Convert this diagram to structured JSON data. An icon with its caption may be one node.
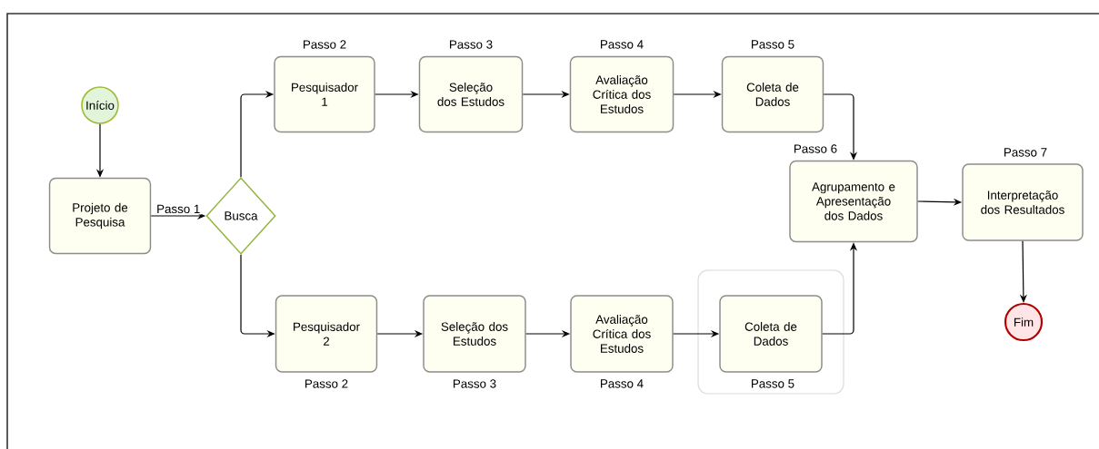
{
  "diagram": {
    "nodes": [
      {
        "text": [
          "Início"
        ]
      },
      {
        "text": [
          "Projeto de Pesquisa"
        ]
      },
      {
        "text": [
          "Busca"
        ]
      },
      {
        "text": [
          "Pesquisador 1"
        ],
        "beside": [
          "Passo 2"
        ]
      },
      {
        "text": [
          "Seleção dos Estudos"
        ],
        "beside": [
          "Passo 3"
        ]
      },
      {
        "text": [
          "Avaliação Crítica dos Estudos"
        ],
        "beside": [
          "Passo 4"
        ]
      },
      {
        "text": [
          "Coleta de Dados"
        ],
        "beside": [
          "Passo 5"
        ]
      },
      {
        "text": [
          "Agrupamento e Apresentação dos Dados"
        ],
        "beside": [
          "Passo 6"
        ]
      },
      {
        "text": [
          "Interpretação dos Resultados"
        ],
        "beside": [
          "Passo 7"
        ]
      },
      {
        "text": [
          "Fim"
        ]
      },
      {
        "text": [
          "Pesquisador 2"
        ],
        "beside": [
          "Passo 2"
        ]
      },
      {
        "text": [
          "Seleção dos Estudos"
        ],
        "beside": [
          "Passo 3"
        ]
      },
      {
        "text": [
          "Avaliação Crítica dos Estudos"
        ],
        "beside": [
          "Passo 4"
        ]
      },
      {
        "text": [],
        "shape": "box"
      },
      {
        "text": [
          "Coleta de Dados"
        ],
        "beside": [
          "Passo 5"
        ],
        "in": 13
      }
    ],
    "edges": [
      {
        "from": 0,
        "to": 1,
        "arrow": "to"
      },
      {
        "from": 1,
        "to": 2,
        "arrow": "to",
        "label": "Passo 1"
      },
      {
        "from": 2,
        "to": 3,
        "arrow": "to"
      },
      {
        "from": 3,
        "to": 4,
        "arrow": "to"
      },
      {
        "from": 4,
        "to": 5,
        "arrow": "to"
      },
      {
        "from": 5,
        "to": 6,
        "arrow": "to"
      },
      {
        "from": 6,
        "to": 7,
        "arrow": "to"
      },
      {
        "from": 7,
        "to": 8,
        "arrow": "to"
      },
      {
        "from": 8,
        "to": 9,
        "arrow": "to"
      },
      {
        "from": 2,
        "to": 10,
        "arrow": "to"
      },
      {
        "from": 10,
        "to": 11,
        "arrow": "to"
      },
      {
        "from": 11,
        "to": 12,
        "arrow": "to"
      },
      {
        "from": 12,
        "to": 14,
        "arrow": "to"
      },
      {
        "from": 14,
        "to": 7,
        "arrow": "to"
      }
    ]
  }
}
